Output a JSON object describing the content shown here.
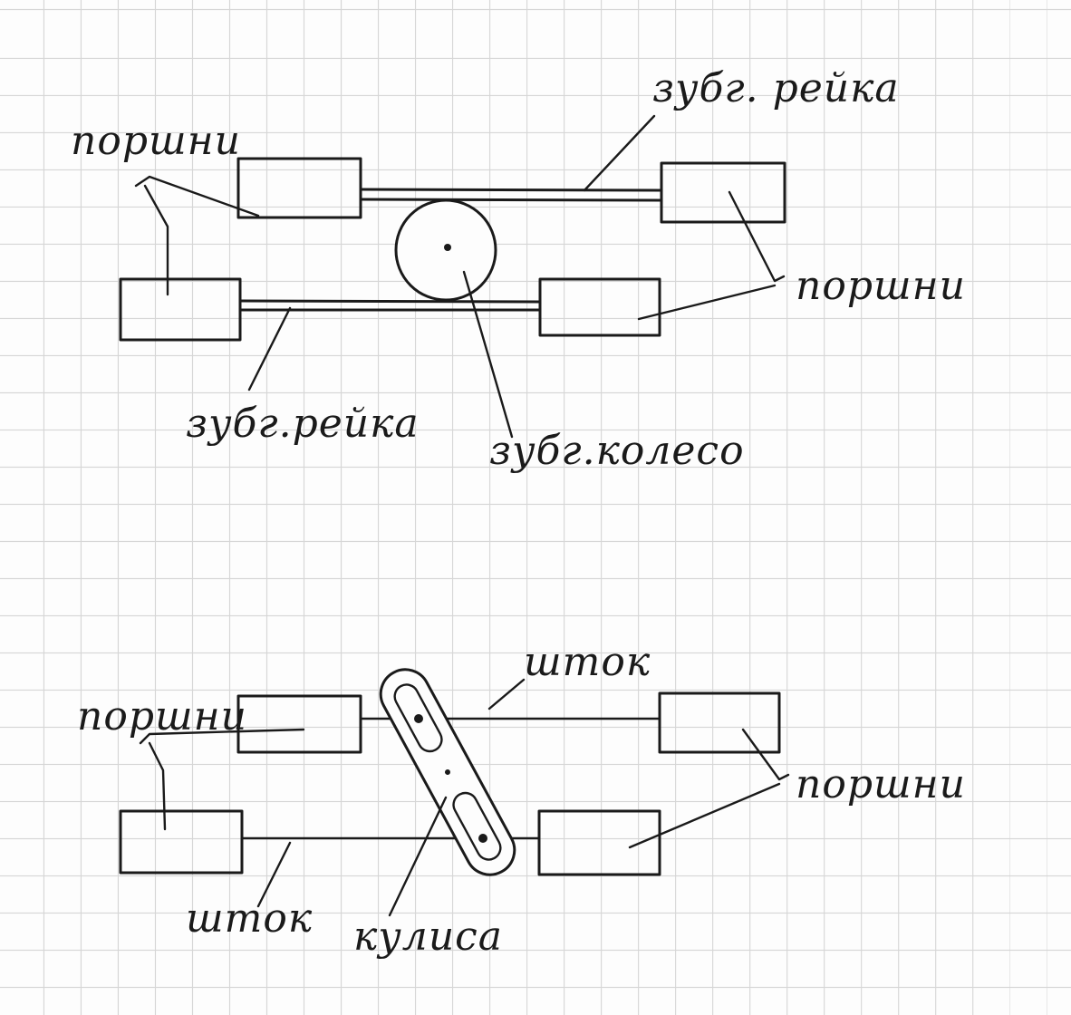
{
  "diagram": {
    "top": {
      "labels": {
        "rack_top": "зубг. рейка",
        "pistons_left": "поршни",
        "pistons_right": "поршни",
        "rack_bottom": "зубг.рейка",
        "gear": "зубг.колесо"
      }
    },
    "bottom": {
      "labels": {
        "rod_top": "шток",
        "pistons_left": "поршни",
        "pistons_right": "поршни",
        "rod_bottom": "шток",
        "link": "кулиса"
      }
    },
    "colors": {
      "ink": "#1a1a1a",
      "grid": "#d6d6d6"
    }
  }
}
